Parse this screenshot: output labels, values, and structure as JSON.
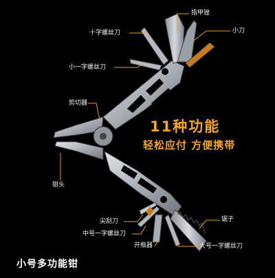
{
  "headline": {
    "line1": "11种功能",
    "line2": "轻松应付 方便携带",
    "color": "#f5a623"
  },
  "bottom_title": "小号多功能钳",
  "callouts": {
    "nail_file": "指甲锉",
    "phillips": "十字螺丝刀",
    "knife": "小刀",
    "small_flat": "小一字螺丝刀",
    "wire_cutter": "剪切器",
    "pliers": "钳头",
    "saw": "锯子",
    "awl": "尖刮刀",
    "medium_flat": "中号一字螺丝刀",
    "bottle_opener": "开瓶器",
    "large_flat": "大号一字螺丝刀"
  },
  "colors": {
    "background": "#000000",
    "leader_line": "#e8a020",
    "steel": "#b8bcc2"
  }
}
